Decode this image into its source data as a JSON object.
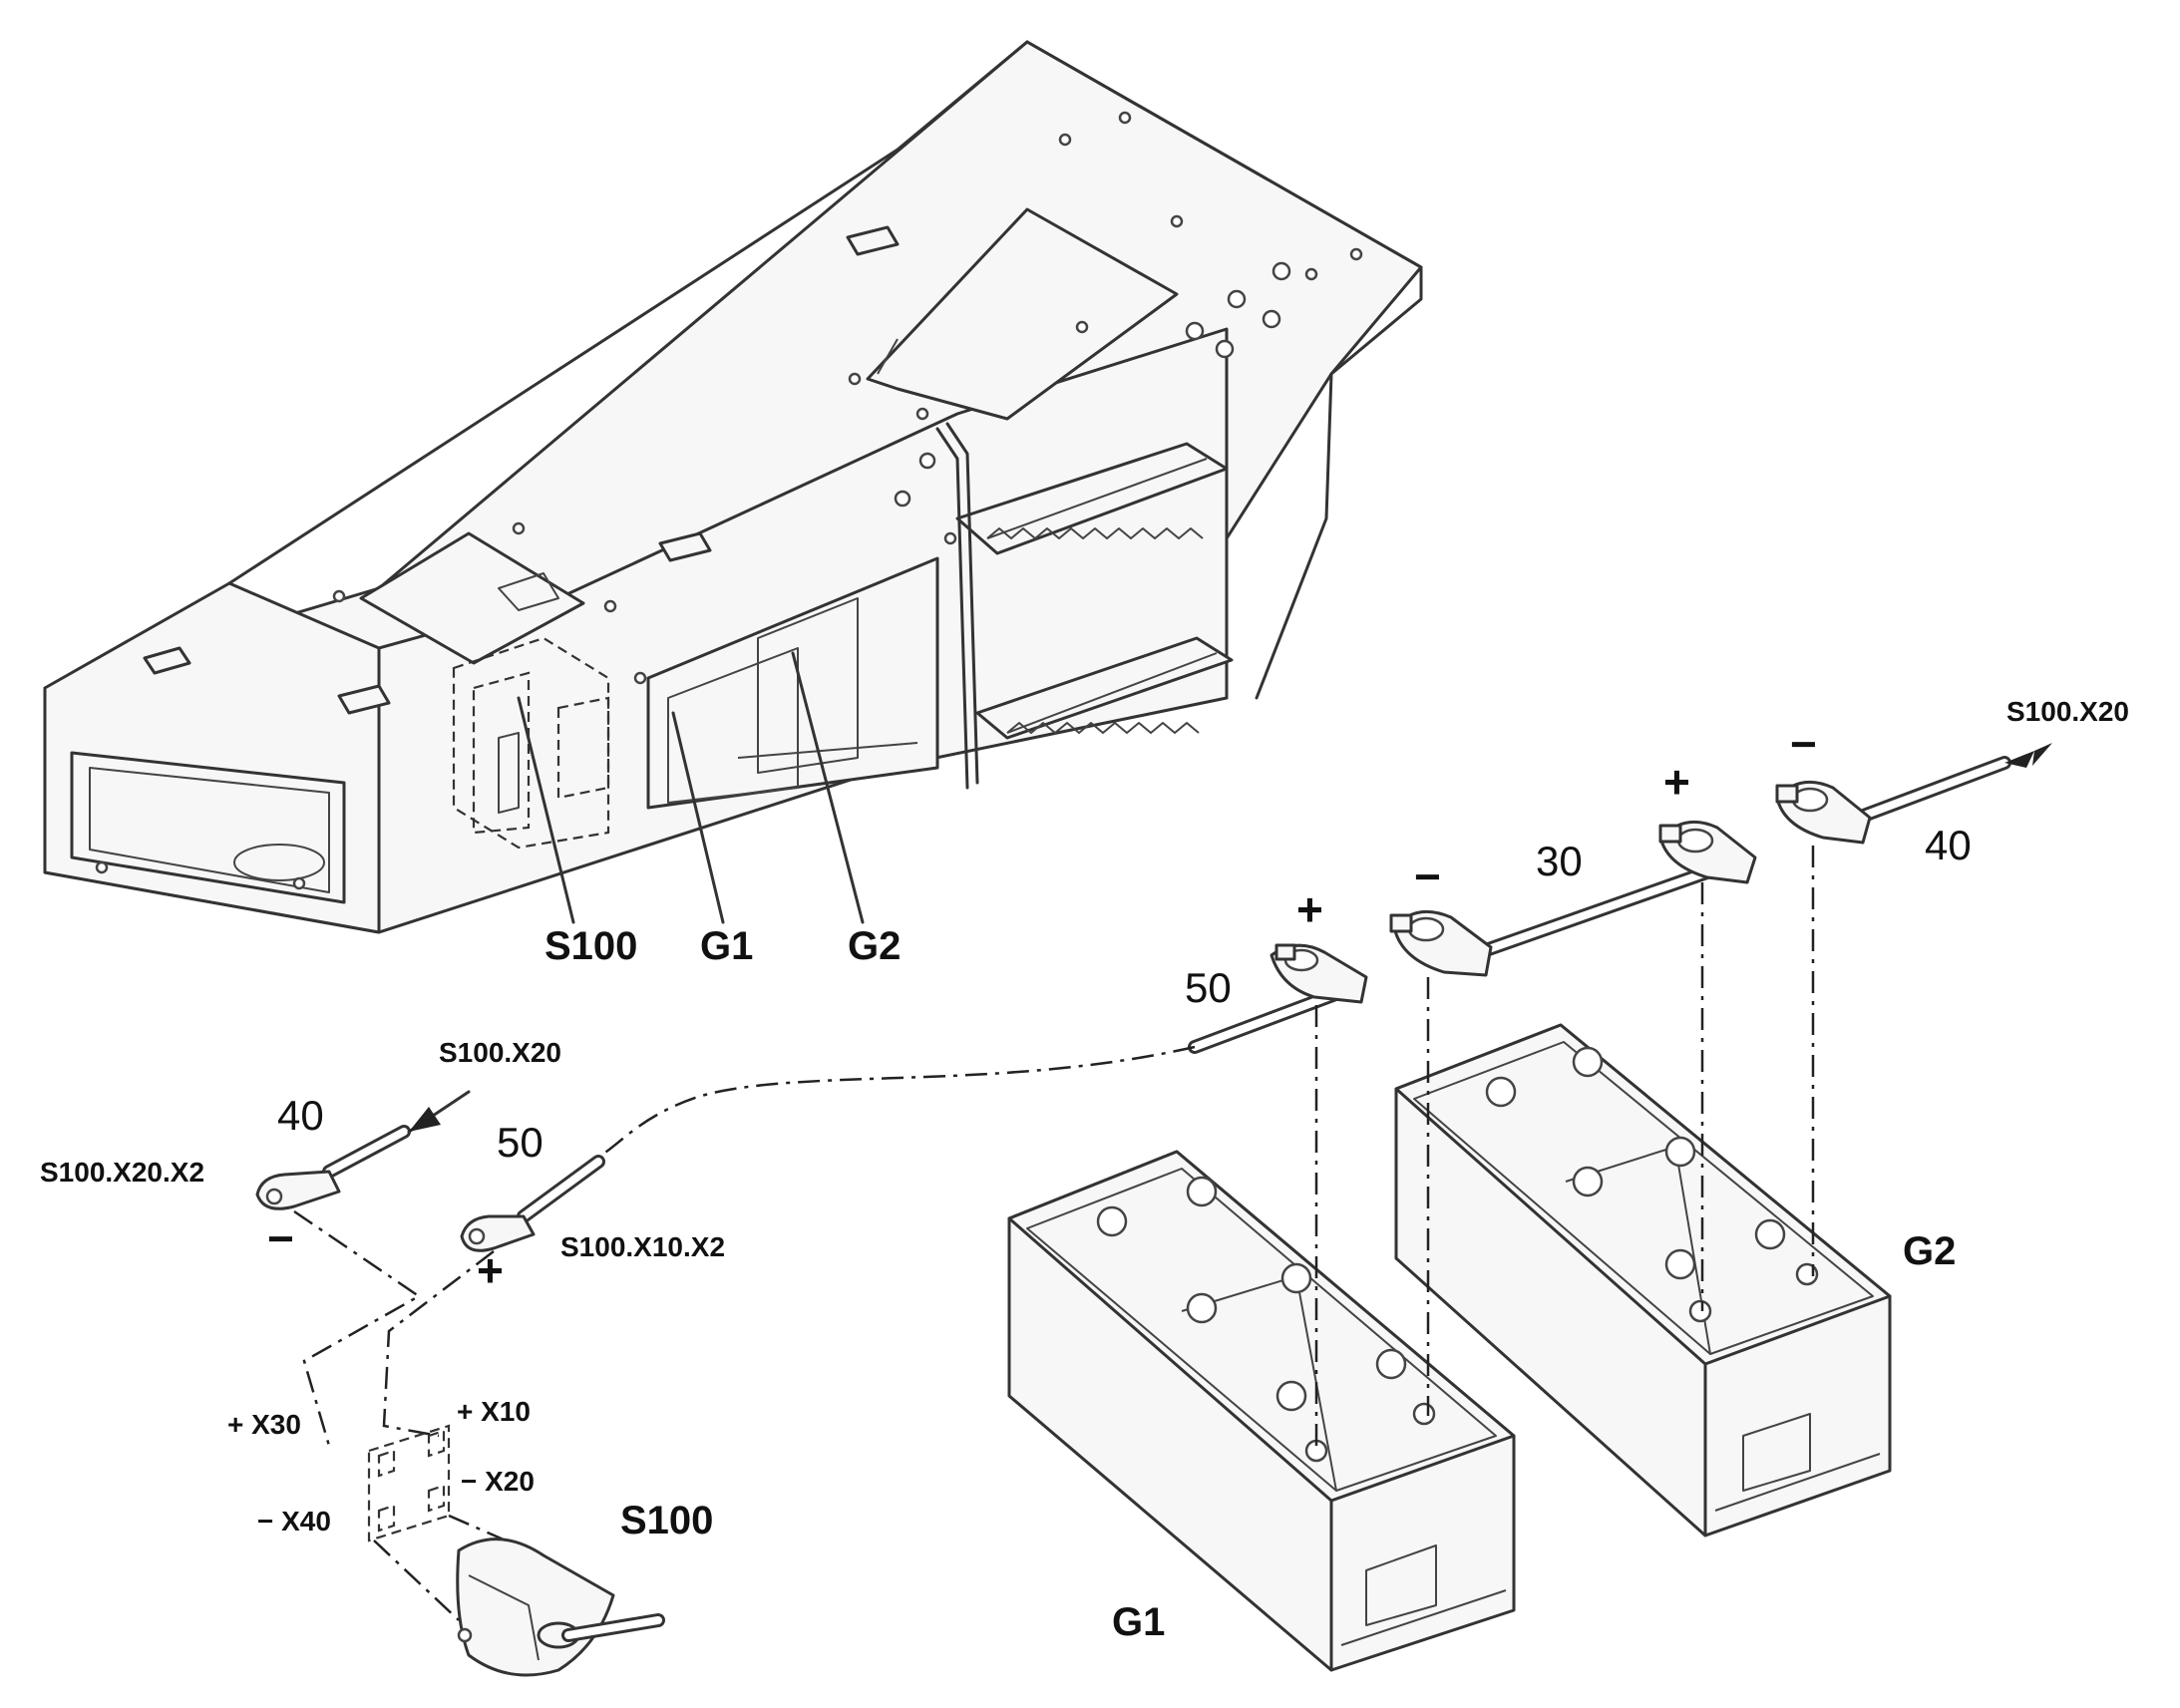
{
  "labels": {
    "chassis_s100": "S100",
    "chassis_g1": "G1",
    "chassis_g2": "G2",
    "battery_g1": "G1",
    "battery_g2": "G2",
    "switch_s100": "S100",
    "arrow_right_s100x20": "S100.X20",
    "arrow_left_s100x20": "S100.X20",
    "terminal_x20x2": "S100.X20.X2",
    "terminal_x10x2": "S100.X10.X2"
  },
  "cable_numbers": {
    "cable_30": "30",
    "cable_40_right": "40",
    "cable_50_battery": "50",
    "cable_40_left": "40",
    "cable_50_left": "50"
  },
  "polarity": {
    "clamp_plus_g1": "+",
    "clamp_minus_g1": "−",
    "clamp_plus_g2": "+",
    "clamp_minus_g2": "−",
    "lug_minus": "−",
    "lug_plus": "+"
  },
  "switch_terminals": {
    "x30": "+ X30",
    "x10": "+ X10",
    "x20": "− X20",
    "x40": "− X40"
  },
  "colors": {
    "line": "#333333",
    "background": "#ffffff"
  }
}
